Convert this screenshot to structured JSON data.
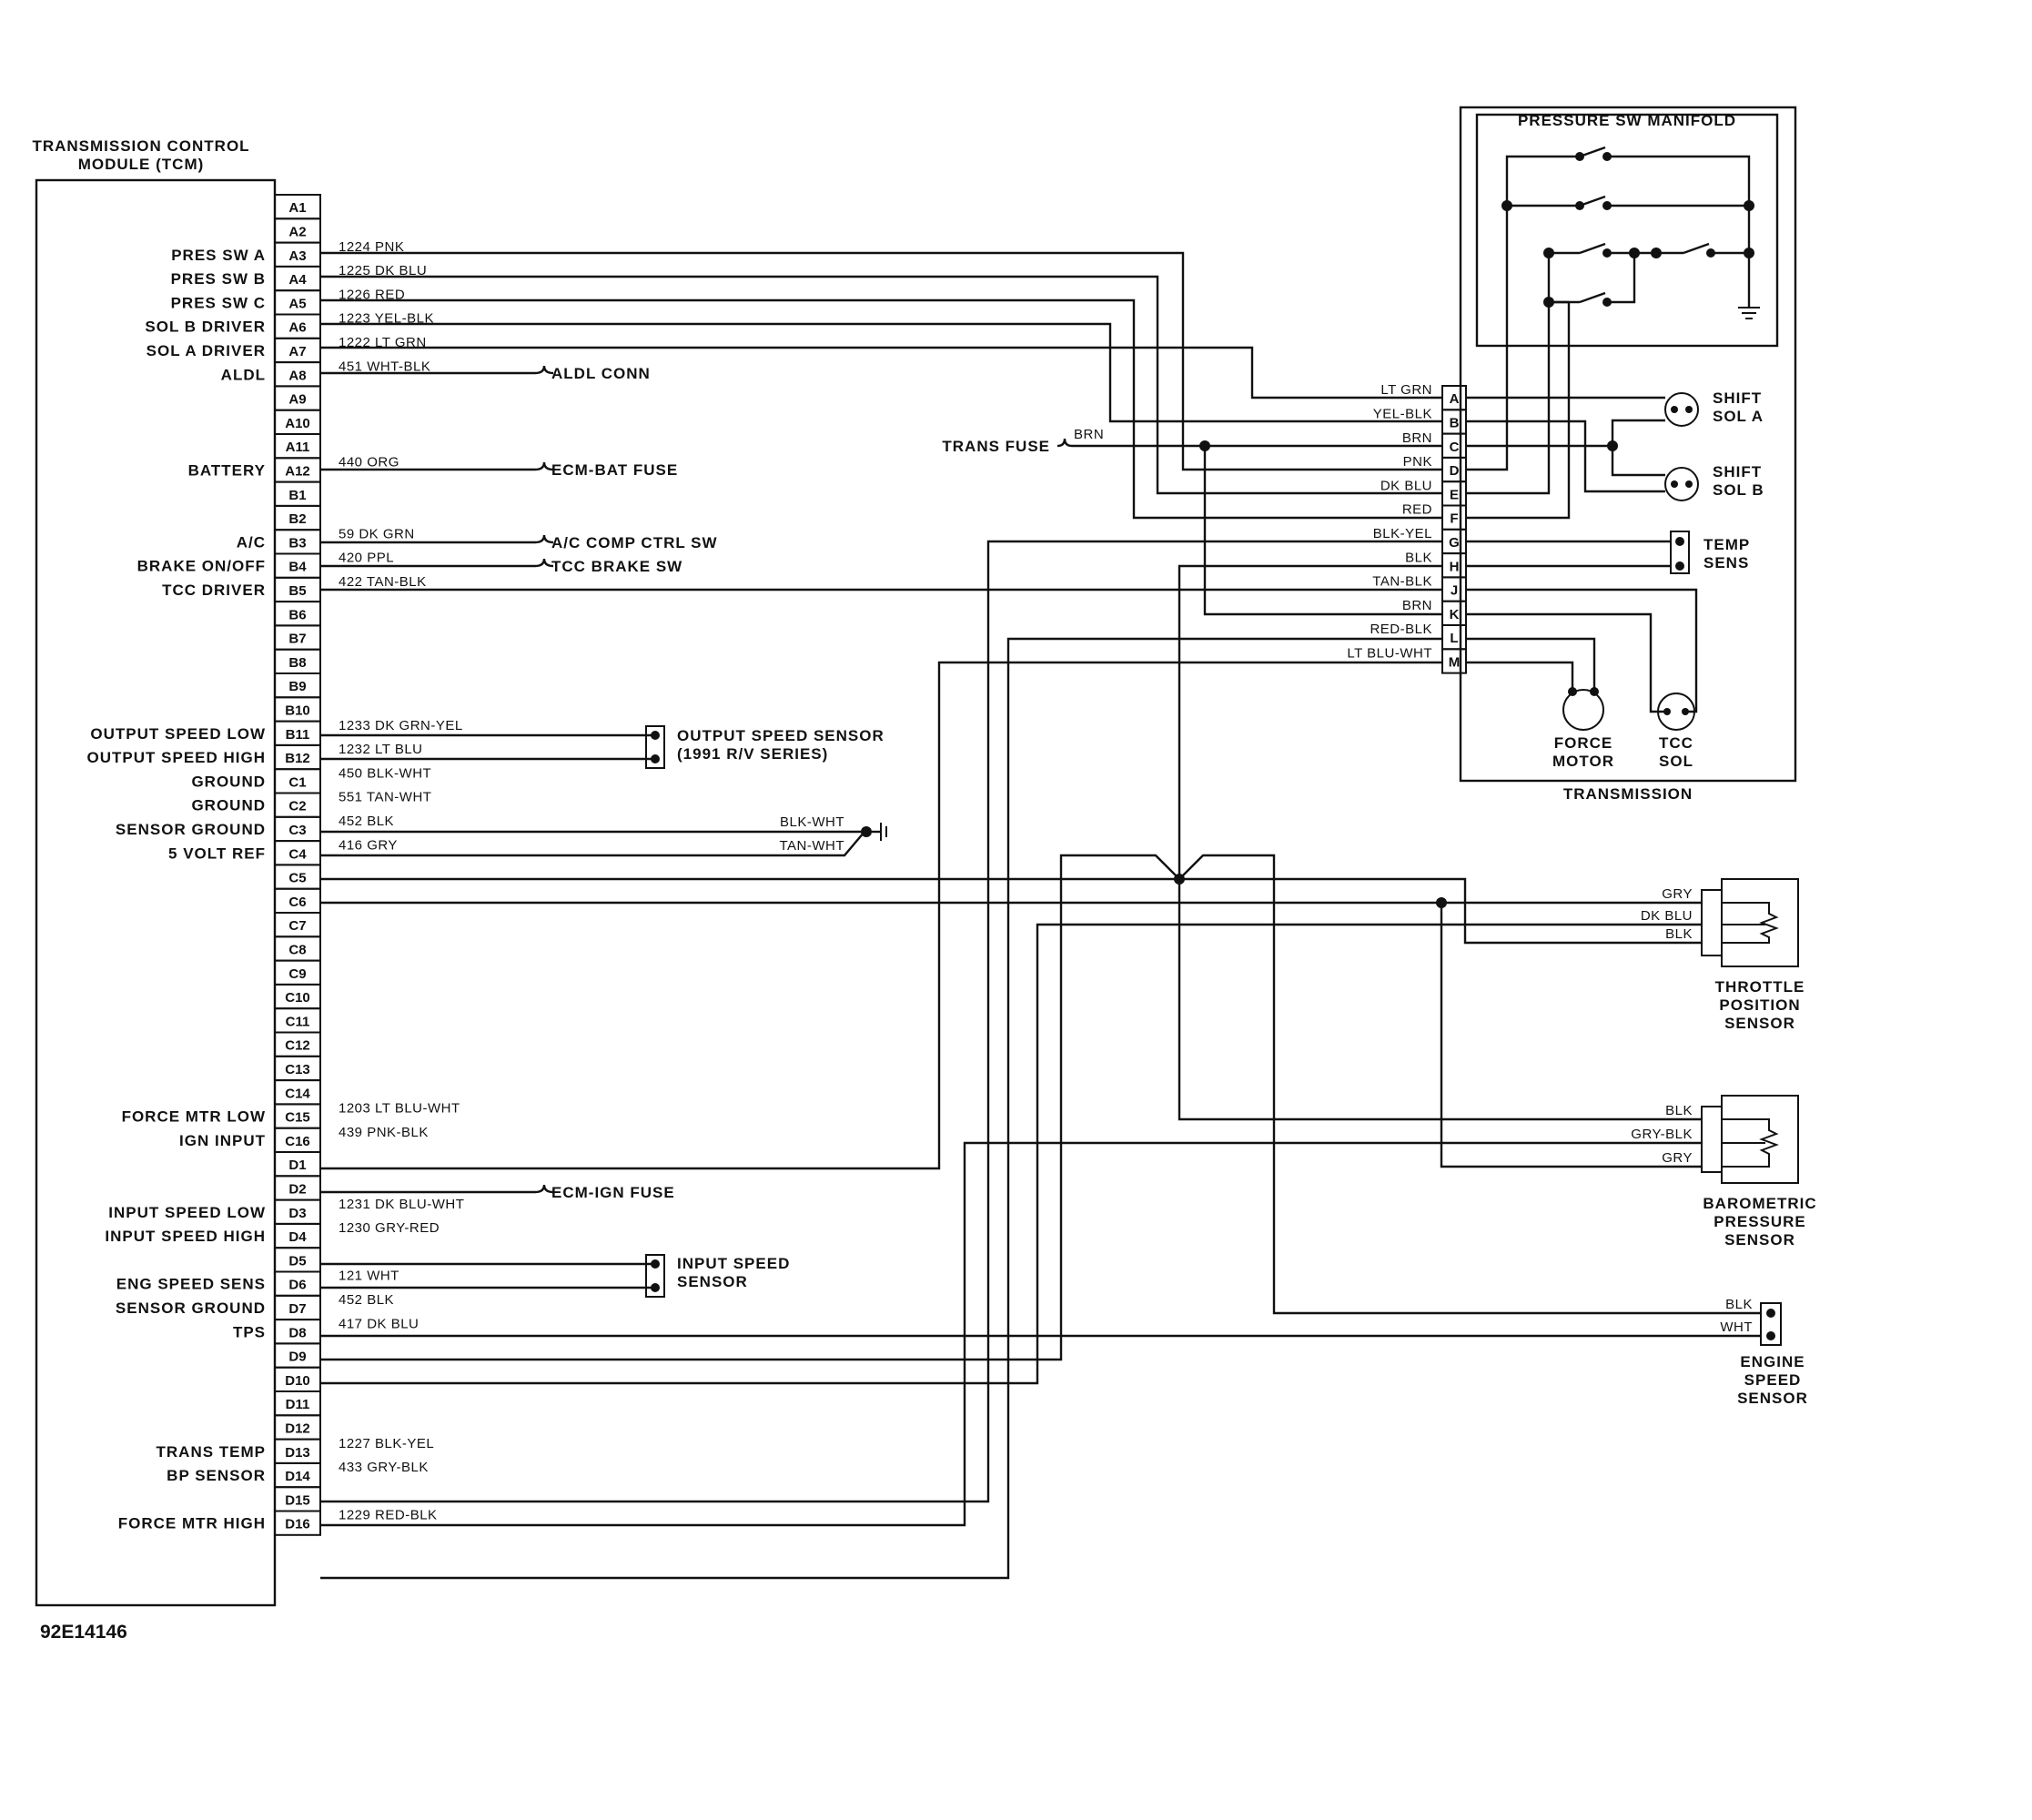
{
  "tcm": {
    "title_line1": "TRANSMISSION CONTROL",
    "title_line2": "MODULE (TCM)",
    "pins": [
      "A1",
      "A2",
      "A3",
      "A4",
      "A5",
      "A6",
      "A7",
      "A8",
      "A9",
      "A10",
      "A11",
      "A12",
      "B1",
      "B2",
      "B3",
      "B4",
      "B5",
      "B6",
      "B7",
      "B8",
      "B9",
      "B10",
      "B11",
      "B12",
      "C1",
      "C2",
      "C3",
      "C4",
      "C5",
      "C6",
      "C7",
      "C8",
      "C9",
      "C10",
      "C11",
      "C12",
      "C13",
      "C14",
      "C15",
      "C16",
      "D1",
      "D2",
      "D3",
      "D4",
      "D5",
      "D6",
      "D7",
      "D8",
      "D9",
      "D10",
      "D11",
      "D12",
      "D13",
      "D14",
      "D15",
      "D16"
    ],
    "functions": {
      "A3": "PRES SW A",
      "A4": "PRES SW B",
      "A5": "PRES SW C",
      "A6": "SOL B DRIVER",
      "A7": "SOL A DRIVER",
      "A8": "ALDL",
      "A12": "BATTERY",
      "B3": "A/C",
      "B4": "BRAKE ON/OFF",
      "B5": "TCC DRIVER",
      "B11": "OUTPUT SPEED LOW",
      "B12": "OUTPUT SPEED HIGH",
      "C1": "GROUND",
      "C2": "GROUND",
      "C3": "SENSOR GROUND",
      "C4": "5 VOLT REF",
      "C15": "FORCE MTR LOW",
      "C16": "IGN INPUT",
      "D3": "INPUT SPEED LOW",
      "D4": "INPUT SPEED HIGH",
      "D6": "ENG SPEED SENS",
      "D7": "SENSOR GROUND",
      "D8": "TPS",
      "D13": "TRANS TEMP",
      "D14": "BP SENSOR",
      "D16": "FORCE MTR HIGH"
    },
    "wires": {
      "A3": "1224 PNK",
      "A4": "1225 DK BLU",
      "A5": "1226 RED",
      "A6": "1223 YEL-BLK",
      "A7": "1222 LT GRN",
      "A8": "451 WHT-BLK",
      "A12": "440 ORG",
      "B3": "59 DK GRN",
      "B4": "420 PPL",
      "B5": "422 TAN-BLK",
      "B11": "1233 DK GRN-YEL",
      "B12": "1232 LT BLU",
      "C1": "450 BLK-WHT",
      "C2": "551 TAN-WHT",
      "C3": "452 BLK",
      "C4": "416 GRY",
      "C15": "1203 LT BLU-WHT",
      "C16": "439 PNK-BLK",
      "D3": "1231 DK BLU-WHT",
      "D4": "1230 GRY-RED",
      "D6": "121 WHT",
      "D7": "452 BLK",
      "D8": "417 DK BLU",
      "D13": "1227 BLK-YEL",
      "D14": "433 GRY-BLK",
      "D16": "1229 RED-BLK"
    }
  },
  "connections": {
    "aldl": "ALDL CONN",
    "ecm_bat": "ECM-BAT FUSE",
    "ac_comp": "A/C COMP CTRL SW",
    "tcc_brake": "TCC BRAKE SW",
    "output_speed_line1": "OUTPUT SPEED SENSOR",
    "output_speed_line2": "(1991 R/V SERIES)",
    "ground_c1": "BLK-WHT",
    "ground_c2": "TAN-WHT",
    "ecm_ign": "ECM-IGN FUSE",
    "input_speed_line1": "INPUT SPEED",
    "input_speed_line2": "SENSOR"
  },
  "trans_fuse": {
    "label": "TRANS FUSE",
    "wire": "BRN"
  },
  "transmission": {
    "title": "TRANSMISSION",
    "manifold_title": "PRESSURE SW MANIFOLD",
    "pins": [
      {
        "pin": "A",
        "wire": "LT GRN"
      },
      {
        "pin": "B",
        "wire": "YEL-BLK"
      },
      {
        "pin": "C",
        "wire": "BRN"
      },
      {
        "pin": "D",
        "wire": "PNK"
      },
      {
        "pin": "E",
        "wire": "DK BLU"
      },
      {
        "pin": "F",
        "wire": "RED"
      },
      {
        "pin": "G",
        "wire": "BLK-YEL"
      },
      {
        "pin": "H",
        "wire": "BLK"
      },
      {
        "pin": "J",
        "wire": "TAN-BLK"
      },
      {
        "pin": "K",
        "wire": "BRN"
      },
      {
        "pin": "L",
        "wire": "RED-BLK"
      },
      {
        "pin": "M",
        "wire": "LT BLU-WHT"
      }
    ],
    "shift_sol_a": [
      "SHIFT",
      "SOL A"
    ],
    "shift_sol_b": [
      "SHIFT",
      "SOL B"
    ],
    "temp_sens": [
      "TEMP",
      "SENS"
    ],
    "force_motor": [
      "FORCE",
      "MOTOR"
    ],
    "tcc_sol": [
      "TCC",
      "SOL"
    ]
  },
  "tps": {
    "wires": [
      "GRY",
      "DK BLU",
      "BLK"
    ],
    "label": [
      "THROTTLE",
      "POSITION",
      "SENSOR"
    ]
  },
  "baro": {
    "wires": [
      "BLK",
      "GRY-BLK",
      "GRY"
    ],
    "label": [
      "BAROMETRIC",
      "PRESSURE",
      "SENSOR"
    ]
  },
  "engine_speed": {
    "wires": [
      "BLK",
      "WHT"
    ],
    "label": [
      "ENGINE",
      "SPEED",
      "SENSOR"
    ]
  },
  "figure_id": "92E14146"
}
